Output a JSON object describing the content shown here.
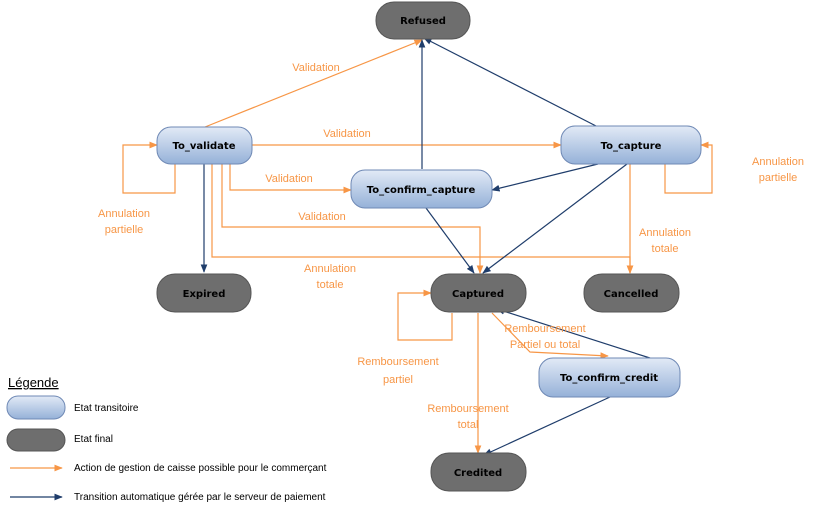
{
  "colors": {
    "orange": "#F79646",
    "blue": "#1F3D6B",
    "final_fill": "#6E6E6E",
    "transit_fill_top": "#DCE6F4",
    "transit_fill_bottom": "#9CB6DA"
  },
  "states": {
    "refused": "Refused",
    "to_validate": "To_validate",
    "to_capture": "To_capture",
    "to_confirm_capture": "To_confirm_capture",
    "expired": "Expired",
    "captured": "Captured",
    "cancelled": "Cancelled",
    "to_confirm_credit": "To_confirm_credit",
    "credited": "Credited"
  },
  "transitions": {
    "validation_to_refused": "Validation",
    "validation_to_capture": "Validation",
    "validation_to_confirm_capture": "Validation",
    "validation_to_captured": "Validation",
    "annulation_partielle_left": [
      "Annulation",
      "partielle"
    ],
    "annulation_partielle_right": [
      "Annulation",
      "partielle"
    ],
    "annulation_totale_left": [
      "Annulation",
      "totale"
    ],
    "annulation_totale_right": [
      "Annulation",
      "totale"
    ],
    "remboursement_partiel": [
      "Remboursement",
      "partiel"
    ],
    "remboursement_total": [
      "Remboursement",
      "total"
    ],
    "remboursement_partiel_ou_total": [
      "Remboursement",
      "Partiel ou total"
    ]
  },
  "legend": {
    "title": "Légende",
    "transitional": "Etat transitoire",
    "final": "Etat final",
    "merchant_action": "Action de gestion de caisse possible pour le commerçant",
    "auto_transition": "Transition automatique gérée par le serveur de paiement"
  }
}
